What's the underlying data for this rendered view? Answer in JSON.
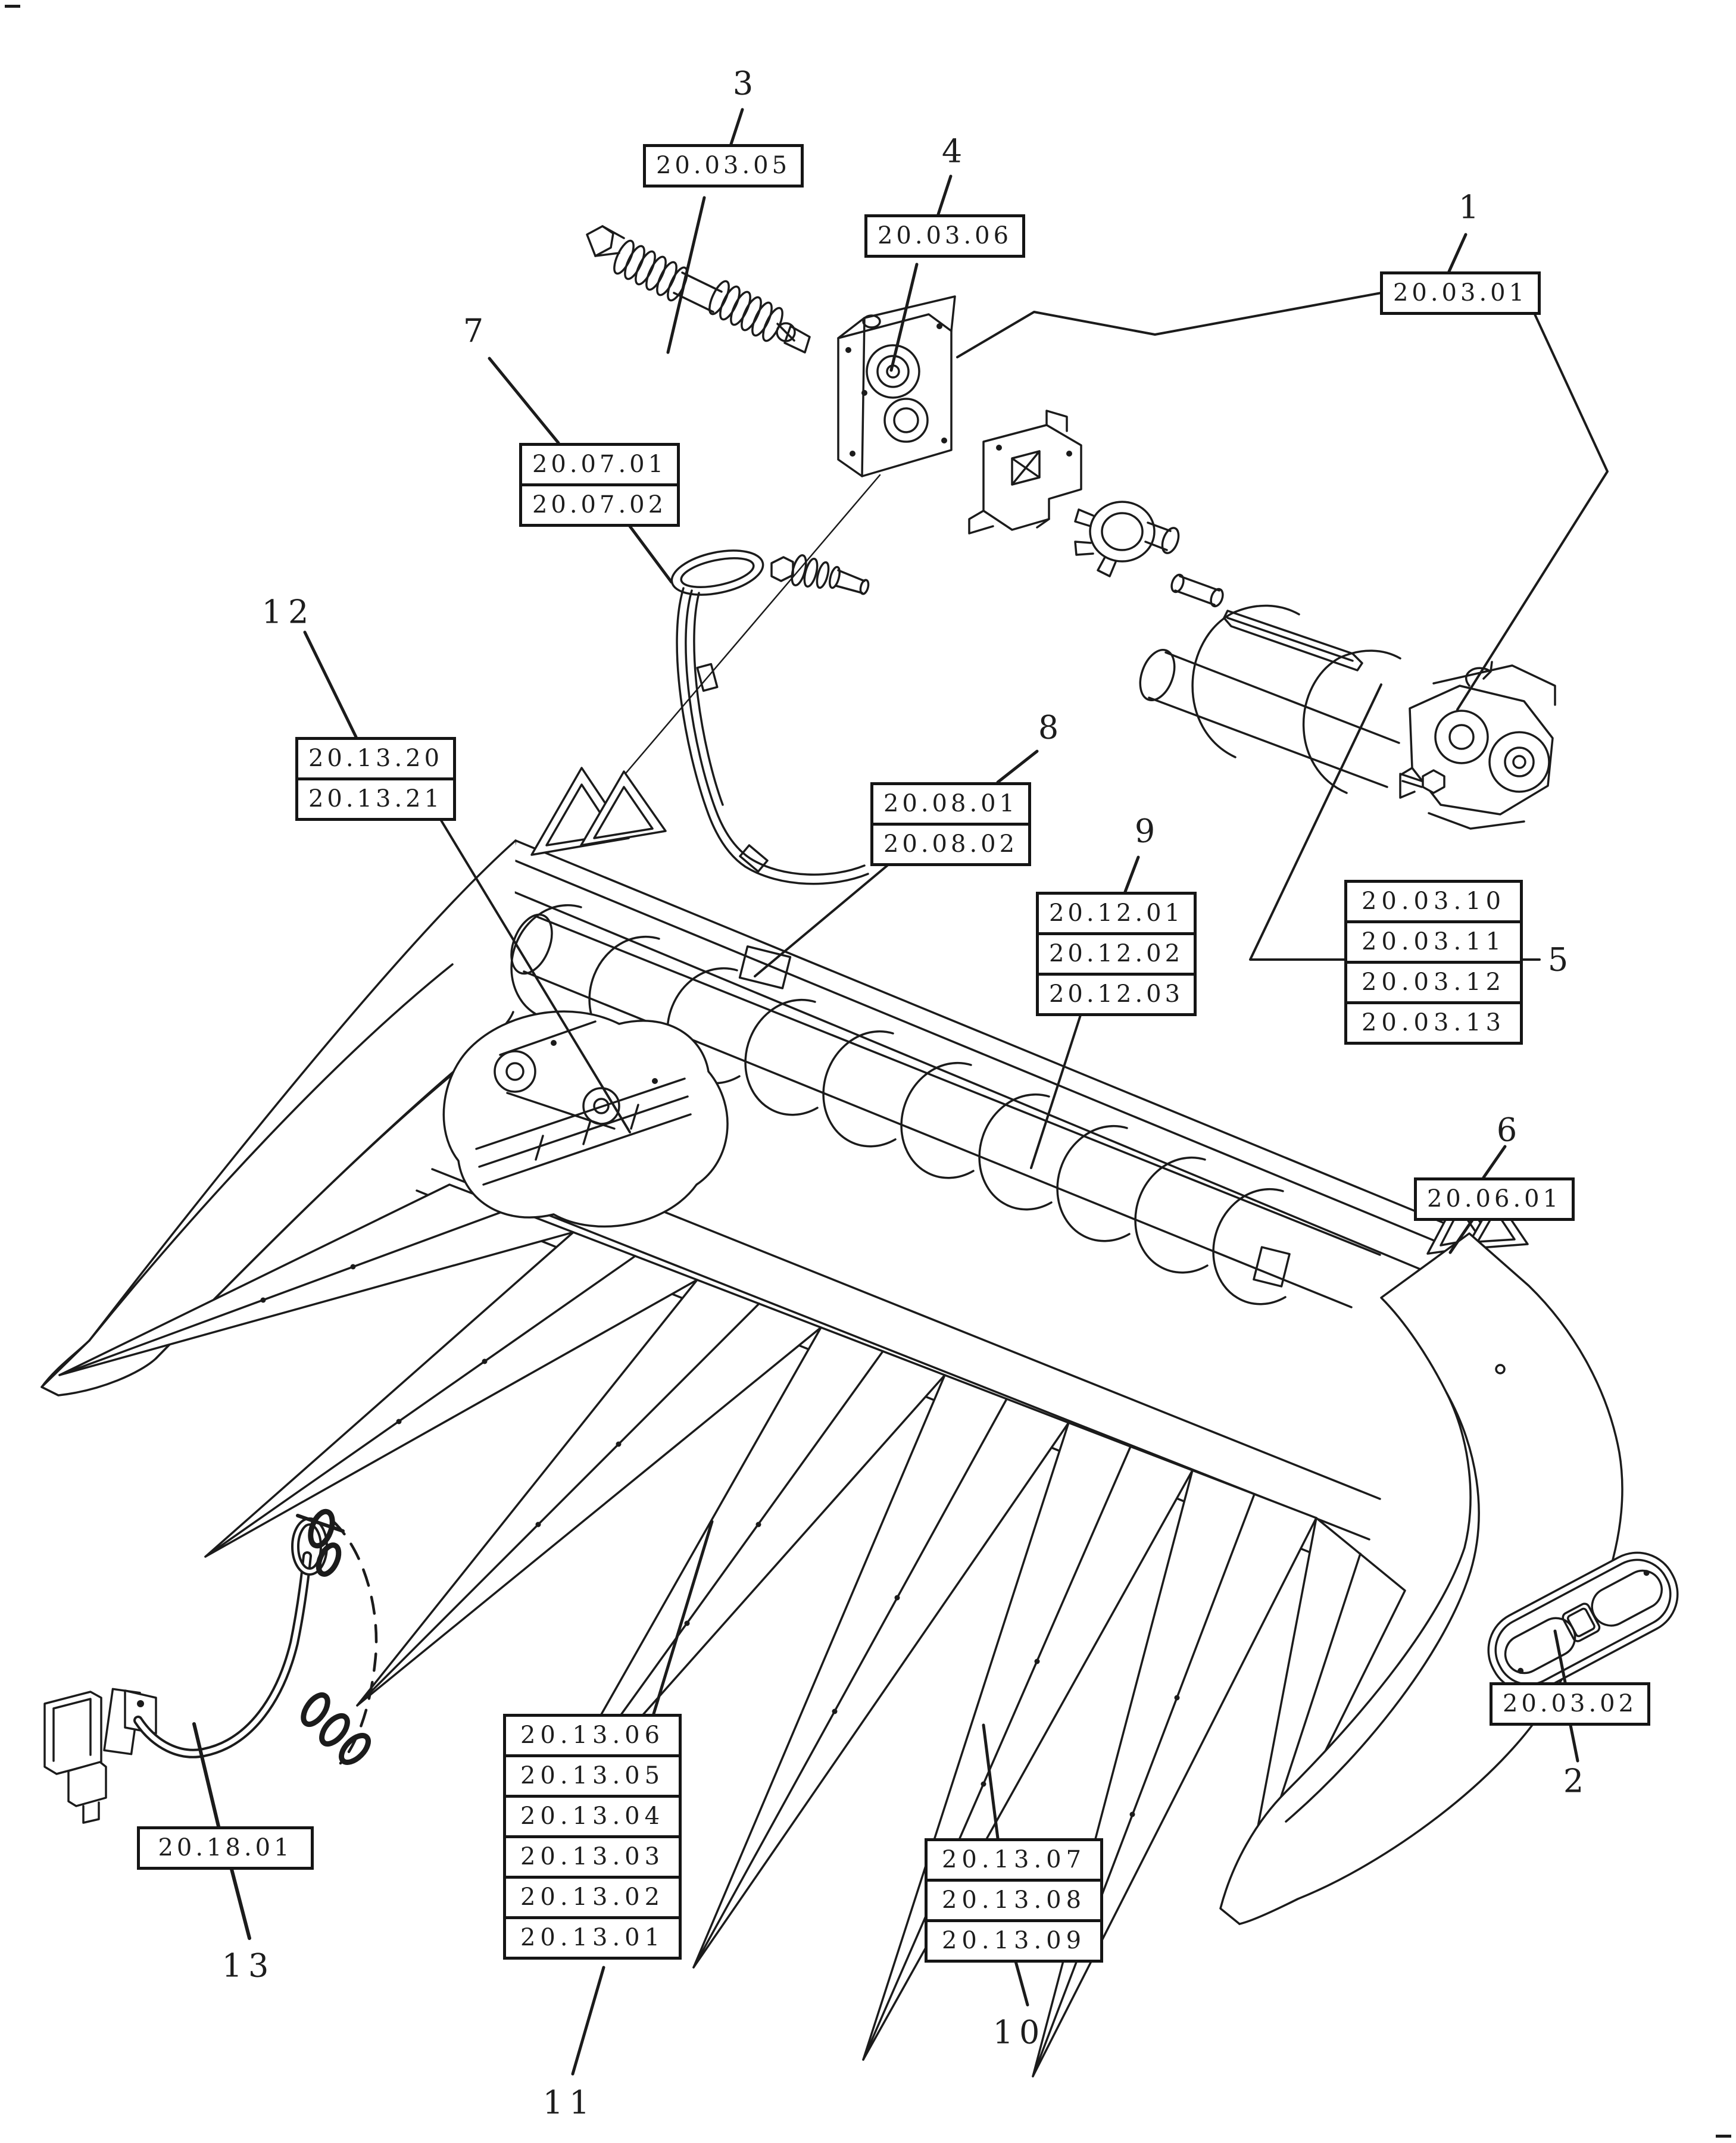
{
  "page": {
    "type": "exploded-parts-diagram",
    "background": "#ffffff",
    "line_color": "#1b1b1b",
    "units": "corn header / row crop attachment line drawing"
  },
  "callouts": [
    {
      "number": "1",
      "codes": [
        "20.03.01"
      ]
    },
    {
      "number": "2",
      "codes": [
        "20.03.02"
      ]
    },
    {
      "number": "3",
      "codes": [
        "20.03.05"
      ]
    },
    {
      "number": "4",
      "codes": [
        "20.03.06"
      ]
    },
    {
      "number": "5",
      "codes": [
        "20.03.10",
        "20.03.11",
        "20.03.12",
        "20.03.13"
      ]
    },
    {
      "number": "6",
      "codes": [
        "20.06.01"
      ]
    },
    {
      "number": "7",
      "codes": [
        "20.07.01",
        "20.07.02"
      ]
    },
    {
      "number": "8",
      "codes": [
        "20.08.01",
        "20.08.02"
      ]
    },
    {
      "number": "9",
      "codes": [
        "20.12.01",
        "20.12.02",
        "20.12.03"
      ]
    },
    {
      "number": "10",
      "codes": [
        "20.13.07",
        "20.13.08",
        "20.13.09"
      ]
    },
    {
      "number": "11",
      "codes": [
        "20.13.06",
        "20.13.05",
        "20.13.04",
        "20.13.03",
        "20.13.02",
        "20.13.01"
      ]
    },
    {
      "number": "12",
      "codes": [
        "20.13.20",
        "20.13.21"
      ]
    },
    {
      "number": "13",
      "codes": [
        "20.18.01"
      ]
    }
  ]
}
